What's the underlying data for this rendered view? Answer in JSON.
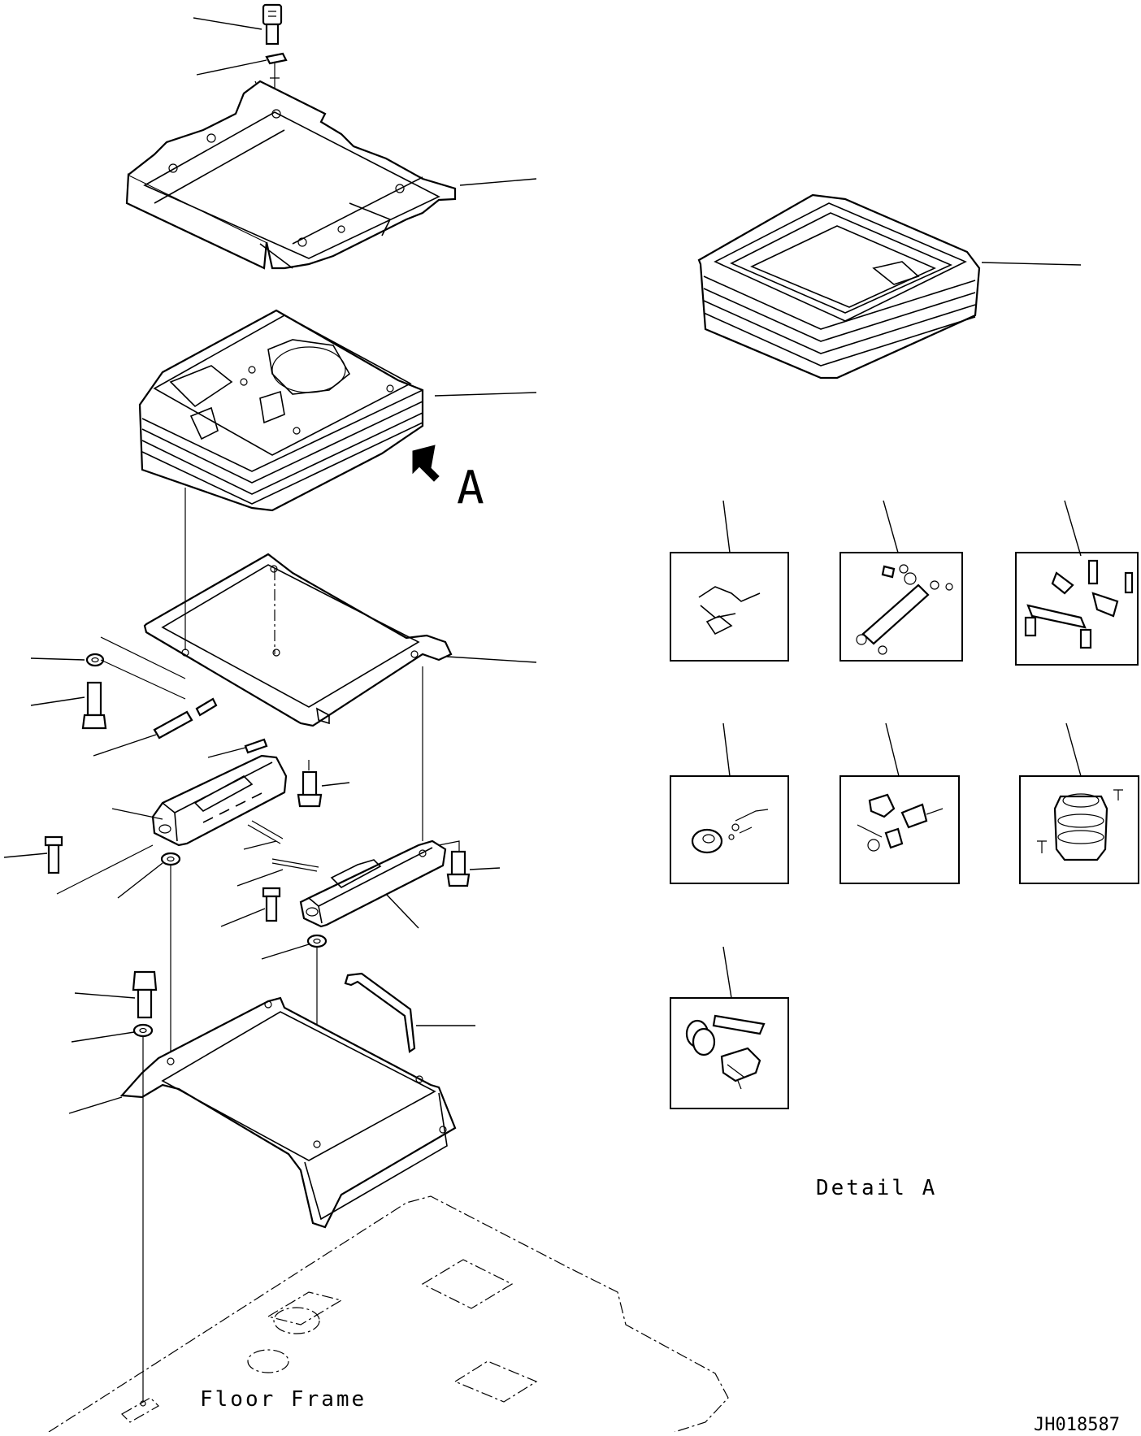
{
  "labels": {
    "floor_frame": "Floor Frame",
    "detail": "Detail A",
    "view_letter": "A",
    "drawing_id": "JH018587"
  },
  "icons": [
    "arrow-icon"
  ]
}
